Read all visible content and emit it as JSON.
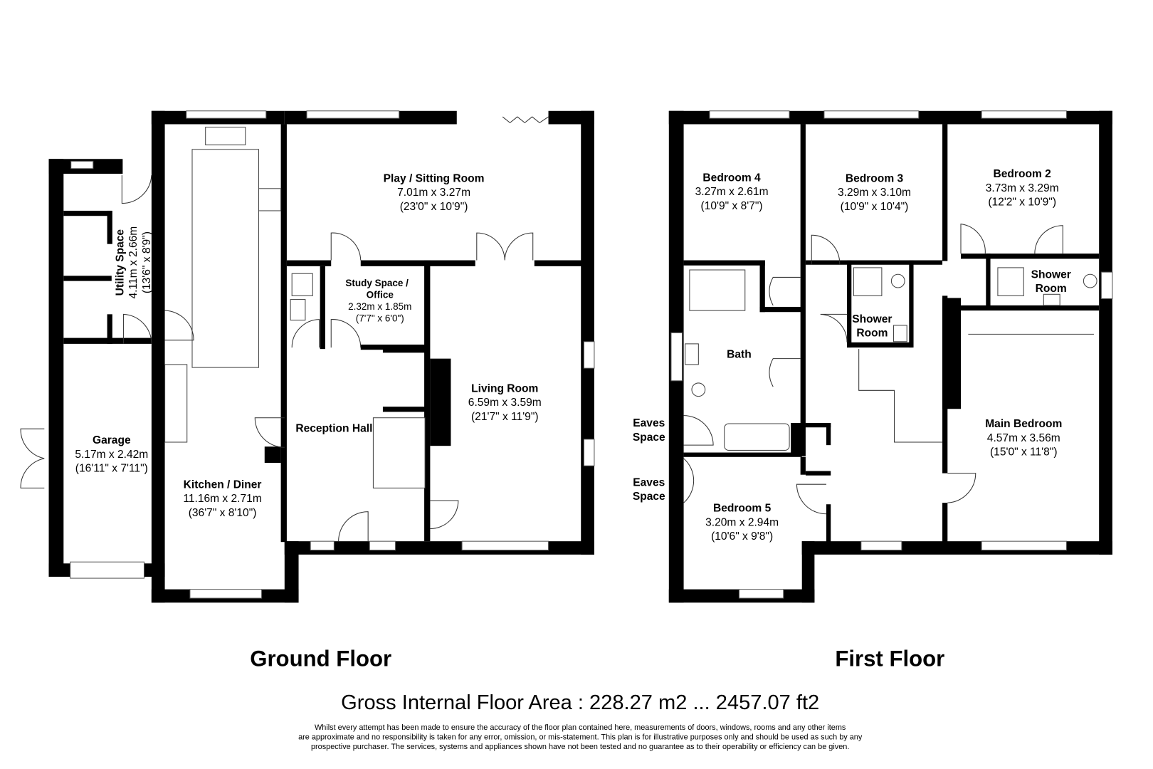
{
  "ground_floor": {
    "title": "Ground Floor",
    "rooms": [
      {
        "name": "Play / Sitting Room",
        "metric": "7.01m x 3.27m",
        "imperial": "(23'0\" x 10'9\")"
      },
      {
        "name": "Utility Space",
        "metric": "4.11m x 2.66m",
        "imperial": "(13'6\" x 8'9\")"
      },
      {
        "name": "Study Space /",
        "name2": "Office",
        "metric": "2.32m x 1.85m",
        "imperial": "(7'7\" x 6'0\")"
      },
      {
        "name": "Living Room",
        "metric": "6.59m x 3.59m",
        "imperial": "(21'7\" x 11'9\")"
      },
      {
        "name": "Garage",
        "metric": "5.17m x 2.42m",
        "imperial": "(16'11\" x 7'11\")"
      },
      {
        "name": "Reception Hall"
      },
      {
        "name": "Kitchen / Diner",
        "metric": "11.16m x 2.71m",
        "imperial": "(36'7\" x 8'10\")"
      }
    ]
  },
  "first_floor": {
    "title": "First Floor",
    "rooms": [
      {
        "name": "Bedroom 4",
        "metric": "3.27m x 2.61m",
        "imperial": "(10'9\" x 8'7\")"
      },
      {
        "name": "Bedroom 3",
        "metric": "3.29m x 3.10m",
        "imperial": "(10'9\" x 10'4\")"
      },
      {
        "name": "Bedroom 2",
        "metric": "3.73m x 3.29m",
        "imperial": "(12'2\" x 10'9\")"
      },
      {
        "name": "Shower",
        "name2": "Room"
      },
      {
        "name": "Shower",
        "name2": "Room"
      },
      {
        "name": "Bath"
      },
      {
        "name": "Eaves",
        "name2": "Space"
      },
      {
        "name": "Eaves",
        "name2": "Space"
      },
      {
        "name": "Bedroom 5",
        "metric": "3.20m x 2.94m",
        "imperial": "(10'6\" x 9'8\")"
      },
      {
        "name": "Main Bedroom",
        "metric": "4.57m x 3.56m",
        "imperial": "(15'0\" x 11'8\")"
      }
    ]
  },
  "gross_area": "Gross Internal Floor Area : 228.27 m2 ... 2457.07 ft2",
  "disclaimer": [
    "Whilst every attempt has been made to ensure the accuracy of the floor plan contained here, measurements of doors, windows, rooms and any other items",
    "are approximate and no responsibility is taken for any error, omission, or mis-statement. This plan is for illustrative purposes only and should be used as such by any",
    "prospective purchaser. The services, systems and appliances shown have not been tested and no guarantee as to their operability or efficiency can be given."
  ],
  "colors": {
    "walls": "#000000",
    "background": "#ffffff",
    "fixtures": "#444444"
  }
}
